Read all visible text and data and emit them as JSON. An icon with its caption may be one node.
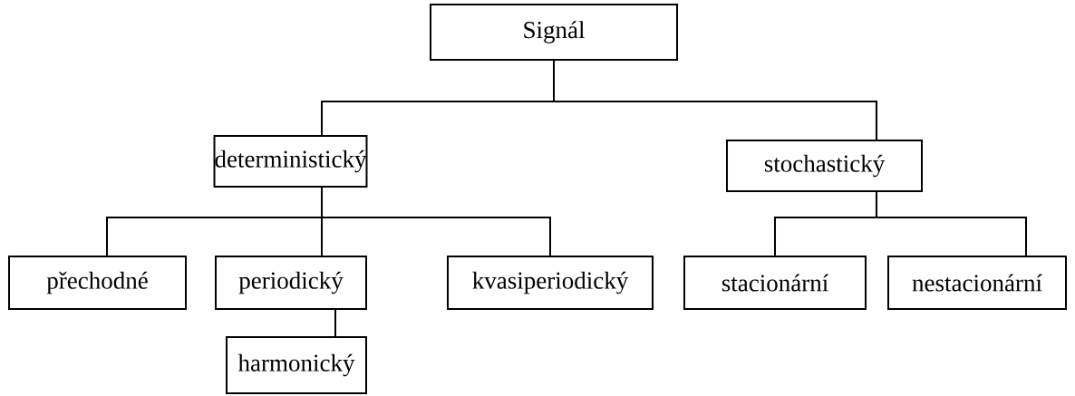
{
  "diagram": {
    "nodes": [
      {
        "text": [
          "Signál"
        ]
      },
      {
        "text": [
          "deterministický"
        ]
      },
      {
        "text": [
          "stochastický"
        ]
      },
      {
        "text": [
          "přechodné"
        ]
      },
      {
        "text": [
          "periodický"
        ]
      },
      {
        "text": [
          "kvasiperiodický"
        ]
      },
      {
        "text": [
          "stacionární"
        ]
      },
      {
        "text": [
          "nestacionární"
        ]
      },
      {
        "text": [
          "harmonický"
        ]
      }
    ],
    "edges": [
      {
        "from": 0,
        "to": 1,
        "arrow": "none"
      },
      {
        "from": 0,
        "to": 2,
        "arrow": "none"
      },
      {
        "from": 1,
        "to": 3,
        "arrow": "none"
      },
      {
        "from": 1,
        "to": 4,
        "arrow": "none"
      },
      {
        "from": 1,
        "to": 5,
        "arrow": "none"
      },
      {
        "from": 2,
        "to": 6,
        "arrow": "none"
      },
      {
        "from": 2,
        "to": 7,
        "arrow": "none"
      },
      {
        "from": 4,
        "to": 8,
        "arrow": "none"
      }
    ]
  }
}
